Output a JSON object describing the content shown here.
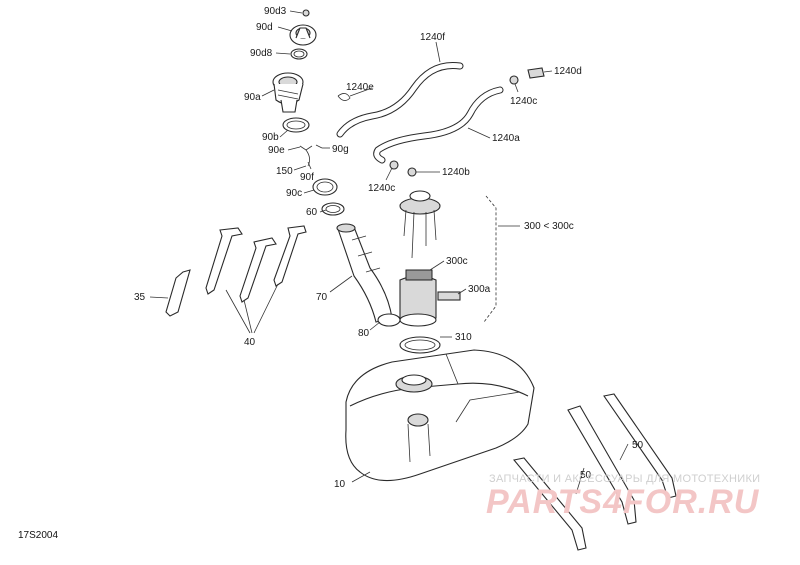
{
  "document_id": "17S2004",
  "watermark": {
    "tagline": "ЗАПЧАСТИ И АКСЕССУАРЫ ДЛЯ МОТОТЕХНИКИ",
    "logo": "PARTS4FOR.RU",
    "color": "#e88a8a"
  },
  "callouts": [
    {
      "id": "90d3",
      "label": "90d3"
    },
    {
      "id": "90d",
      "label": "90d"
    },
    {
      "id": "90d8",
      "label": "90d8"
    },
    {
      "id": "90a",
      "label": "90a"
    },
    {
      "id": "90b",
      "label": "90b"
    },
    {
      "id": "90e",
      "label": "90e"
    },
    {
      "id": "90g",
      "label": "90g"
    },
    {
      "id": "90f",
      "label": "90f"
    },
    {
      "id": "150",
      "label": "150"
    },
    {
      "id": "90c",
      "label": "90c"
    },
    {
      "id": "60",
      "label": "60"
    },
    {
      "id": "70",
      "label": "70"
    },
    {
      "id": "35",
      "label": "35"
    },
    {
      "id": "40",
      "label": "40"
    },
    {
      "id": "80",
      "label": "80"
    },
    {
      "id": "310",
      "label": "310"
    },
    {
      "id": "300a",
      "label": "300a"
    },
    {
      "id": "300c",
      "label": "300c"
    },
    {
      "id": "300",
      "label": "300 < 300c"
    },
    {
      "id": "1240f",
      "label": "1240f"
    },
    {
      "id": "1240e",
      "label": "1240e"
    },
    {
      "id": "1240d",
      "label": "1240d"
    },
    {
      "id": "1240c_top",
      "label": "1240c"
    },
    {
      "id": "1240a",
      "label": "1240a"
    },
    {
      "id": "1240b",
      "label": "1240b"
    },
    {
      "id": "1240c_low",
      "label": "1240c"
    },
    {
      "id": "10",
      "label": "10"
    },
    {
      "id": "50_a",
      "label": "50"
    },
    {
      "id": "50_b",
      "label": "50"
    }
  ]
}
